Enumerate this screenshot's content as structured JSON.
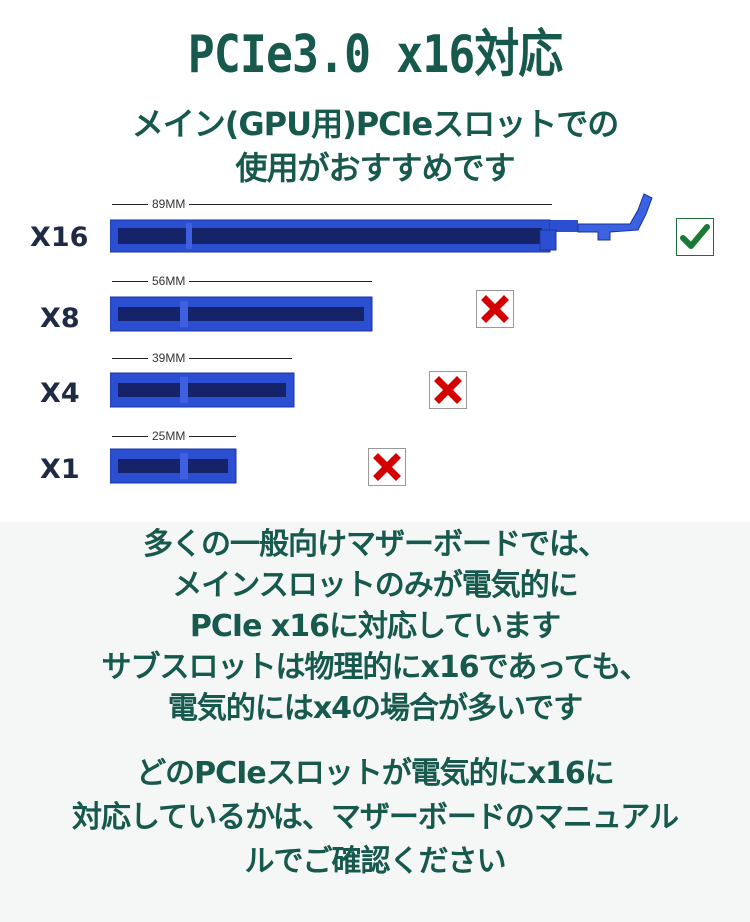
{
  "title": "PCIe3.0 x16対応",
  "subtitle": {
    "line1": "メイン(GPU用)PCIeスロットでの",
    "line2": "使用がおすすめです"
  },
  "slots": [
    {
      "label": "X16",
      "dimension": "89MM",
      "supported": true
    },
    {
      "label": "X8",
      "dimension": "56MM",
      "supported": false
    },
    {
      "label": "X4",
      "dimension": "39MM",
      "supported": false
    },
    {
      "label": "X1",
      "dimension": "25MM",
      "supported": false
    }
  ],
  "paragraph1": [
    "多くの一般向けマザーボードでは、",
    "メインスロットのみが電気的に",
    "PCIe x16に対応しています",
    "サブスロットは物理的にx16であっても、",
    "電気的にはx4の場合が多いです"
  ],
  "paragraph2": [
    "どのPCIeスロットが電気的にx16に",
    "対応しているかは、マザーボードのマニュアル",
    "ルでご確認ください"
  ],
  "colors": {
    "text": "#17594d",
    "slot": "#2c4fd1",
    "check": "#1a7a33",
    "cross": "#d40000"
  }
}
